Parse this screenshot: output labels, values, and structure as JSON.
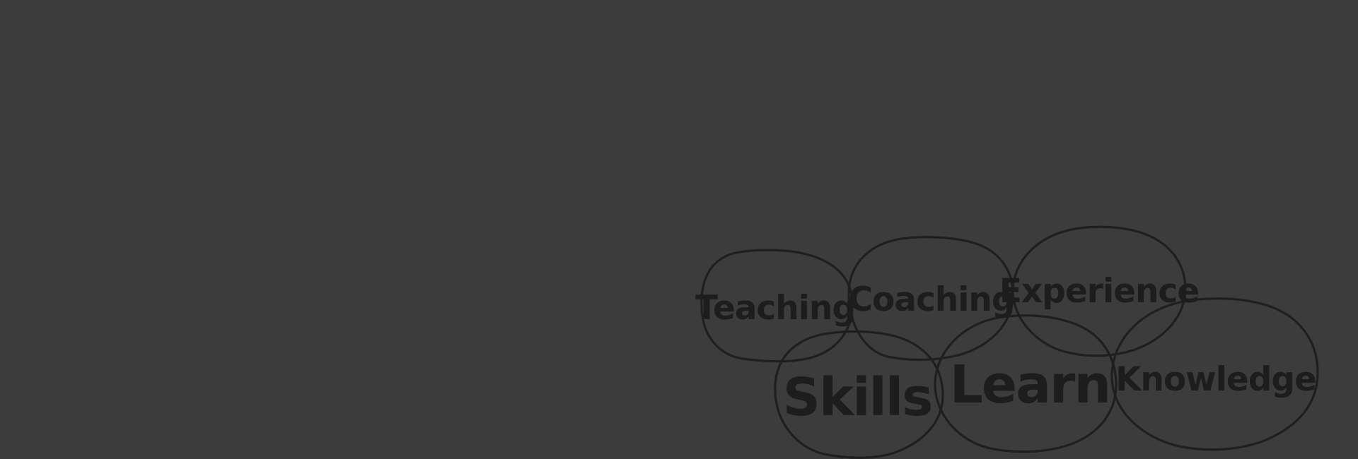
{
  "background_color": "#3c3c3c",
  "ink_color": "#1f1f1f",
  "words": {
    "teaching": "Teaching",
    "coaching": "Coaching",
    "experience": "Experience",
    "skills": "Skills",
    "learn": "Learn",
    "knowledge": "Knowledge"
  }
}
